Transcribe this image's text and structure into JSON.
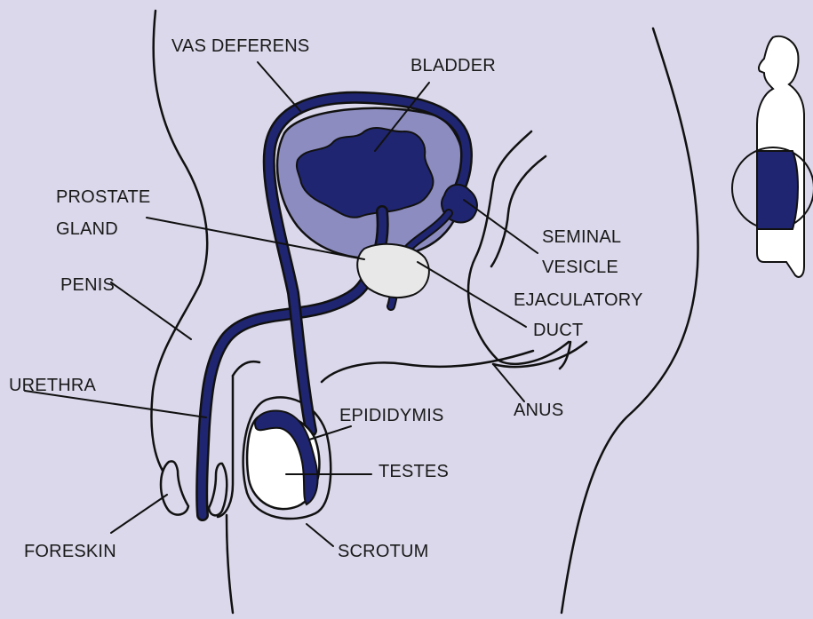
{
  "colors": {
    "background": "#dad8ea",
    "organ_dark": "#1f2570",
    "organ_light": "#8c8cc0",
    "gland": "#e8e8e8",
    "testis": "#ffffff",
    "outline": "#111111"
  },
  "labels": {
    "vas_deferens": "VAS DEFERENS",
    "bladder": "BLADDER",
    "prostate_line1": "PROSTATE",
    "prostate_line2": "GLAND",
    "seminal_line1": "SEMINAL",
    "seminal_line2": "VESICLE",
    "penis": "PENIS",
    "ejaculatory_line1": "EJACULATORY",
    "ejaculatory_line2": "DUCT",
    "urethra": "URETHRA",
    "epididymis": "EPIDIDYMIS",
    "anus": "ANUS",
    "testes": "TESTES",
    "foreskin": "FORESKIN",
    "scrotum": "SCROTUM"
  },
  "icons": {
    "locator": "body-silhouette-icon"
  }
}
